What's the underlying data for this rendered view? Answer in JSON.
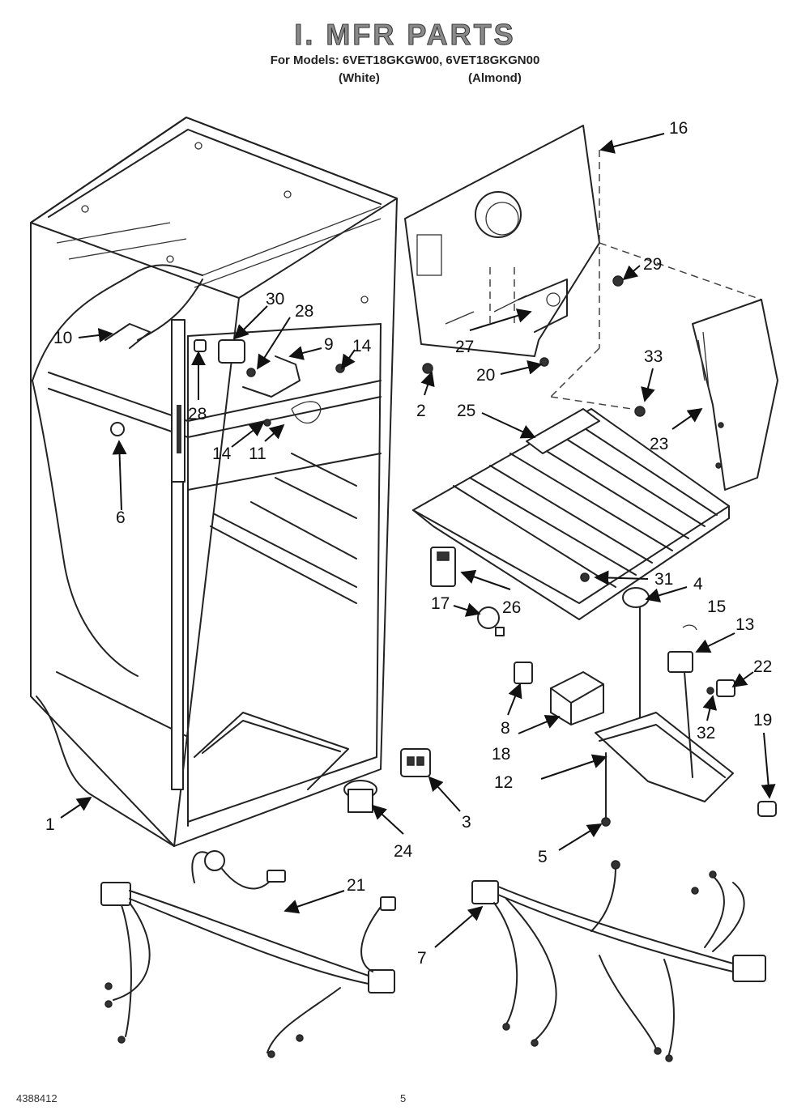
{
  "header": {
    "title": "I. MFR PARTS",
    "subtitle": "For Models: 6VET18GKGW00, 6VET18GKGN00",
    "variant_white": "(White)",
    "variant_almond": "(Almond)"
  },
  "callouts": [
    "1",
    "2",
    "3",
    "4",
    "5",
    "6",
    "7",
    "8",
    "9",
    "10",
    "11",
    "12",
    "13",
    "14",
    "14",
    "15",
    "16",
    "17",
    "18",
    "19",
    "20",
    "21",
    "22",
    "23",
    "24",
    "25",
    "26",
    "27",
    "28",
    "28",
    "29",
    "30",
    "31",
    "32",
    "33"
  ],
  "footer": {
    "code": "4388412",
    "page": "5"
  }
}
